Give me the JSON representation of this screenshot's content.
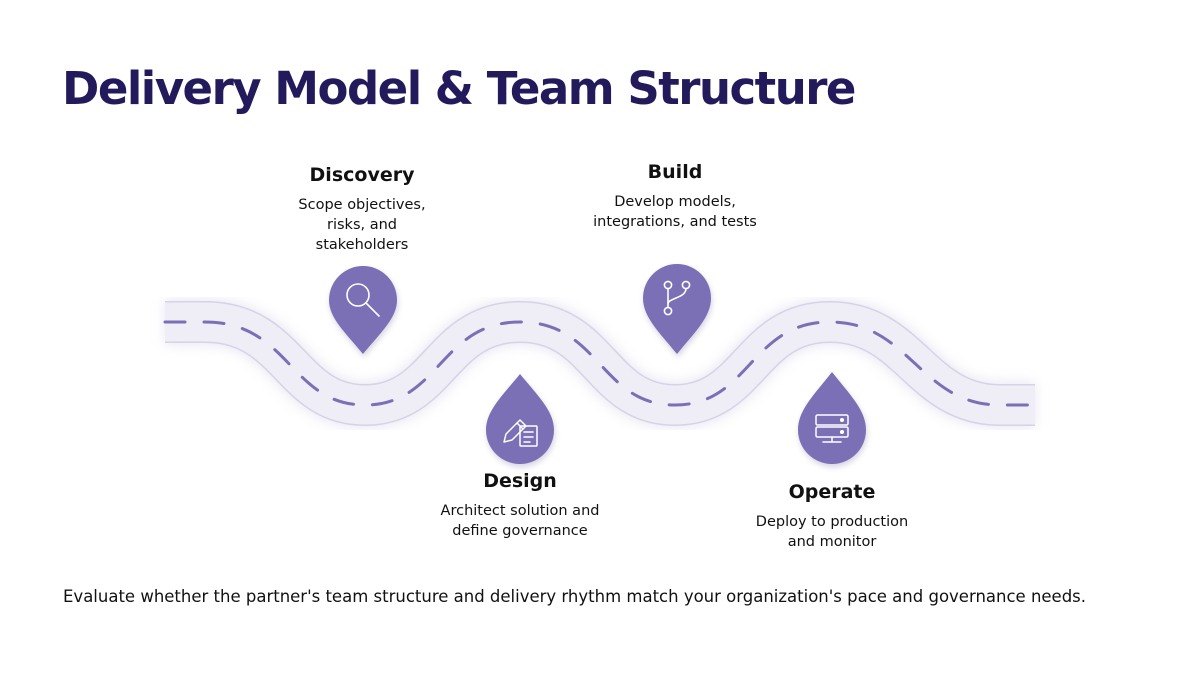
{
  "title": "Delivery Model & Team Structure",
  "stages": [
    {
      "name": "Discovery",
      "description": "Scope objectives, risks, and stakeholders",
      "icon": "magnifier-icon"
    },
    {
      "name": "Design",
      "description": "Architect solution and define governance",
      "icon": "pencil-document-icon"
    },
    {
      "name": "Build",
      "description": "Develop models, integrations, and tests",
      "icon": "git-branch-icon"
    },
    {
      "name": "Operate",
      "description": "Deploy to production and monitor",
      "icon": "server-icon"
    }
  ],
  "footer": "Evaluate whether the partner's team structure and delivery rhythm match your organization's pace and governance needs.",
  "colors": {
    "title": "#231a5c",
    "pin": "#7b6fb6",
    "road": "#efeef7",
    "dash": "#7b6fb6"
  }
}
